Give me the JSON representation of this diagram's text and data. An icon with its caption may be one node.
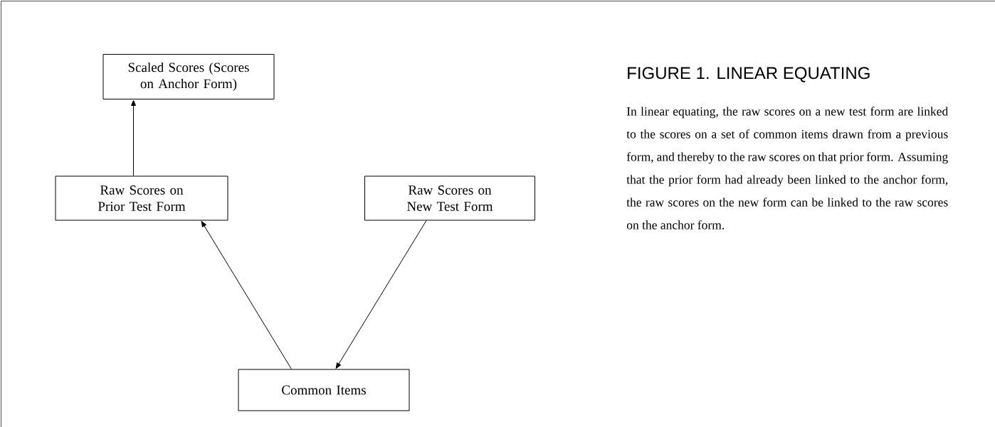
{
  "diagram": {
    "title": "FIGURE 1. LINEAR EQUATING",
    "caption": "In linear equating, the raw scores on a new test form are linked to the scores on a set of common items drawn from a previous form, and thereby to the raw scores on that prior form. Assuming that the prior form had already been linked to the anchor form, the raw scores on the new form can be linked to the raw scores on the anchor form.",
    "nodes": [
      {
        "text": [
          "Scaled Scores (Scores on Anchor Form)"
        ]
      },
      {
        "text": [
          "Raw Scores on Prior Test Form"
        ]
      },
      {
        "text": [
          "Raw Scores on New Test Form"
        ]
      },
      {
        "text": [
          "Common Items"
        ]
      }
    ],
    "edges": [
      {
        "from": 1,
        "to": 0,
        "arrow": "to"
      },
      {
        "from": 3,
        "to": 1,
        "arrow": "to"
      },
      {
        "from": 2,
        "to": 3,
        "arrow": "to"
      }
    ]
  }
}
